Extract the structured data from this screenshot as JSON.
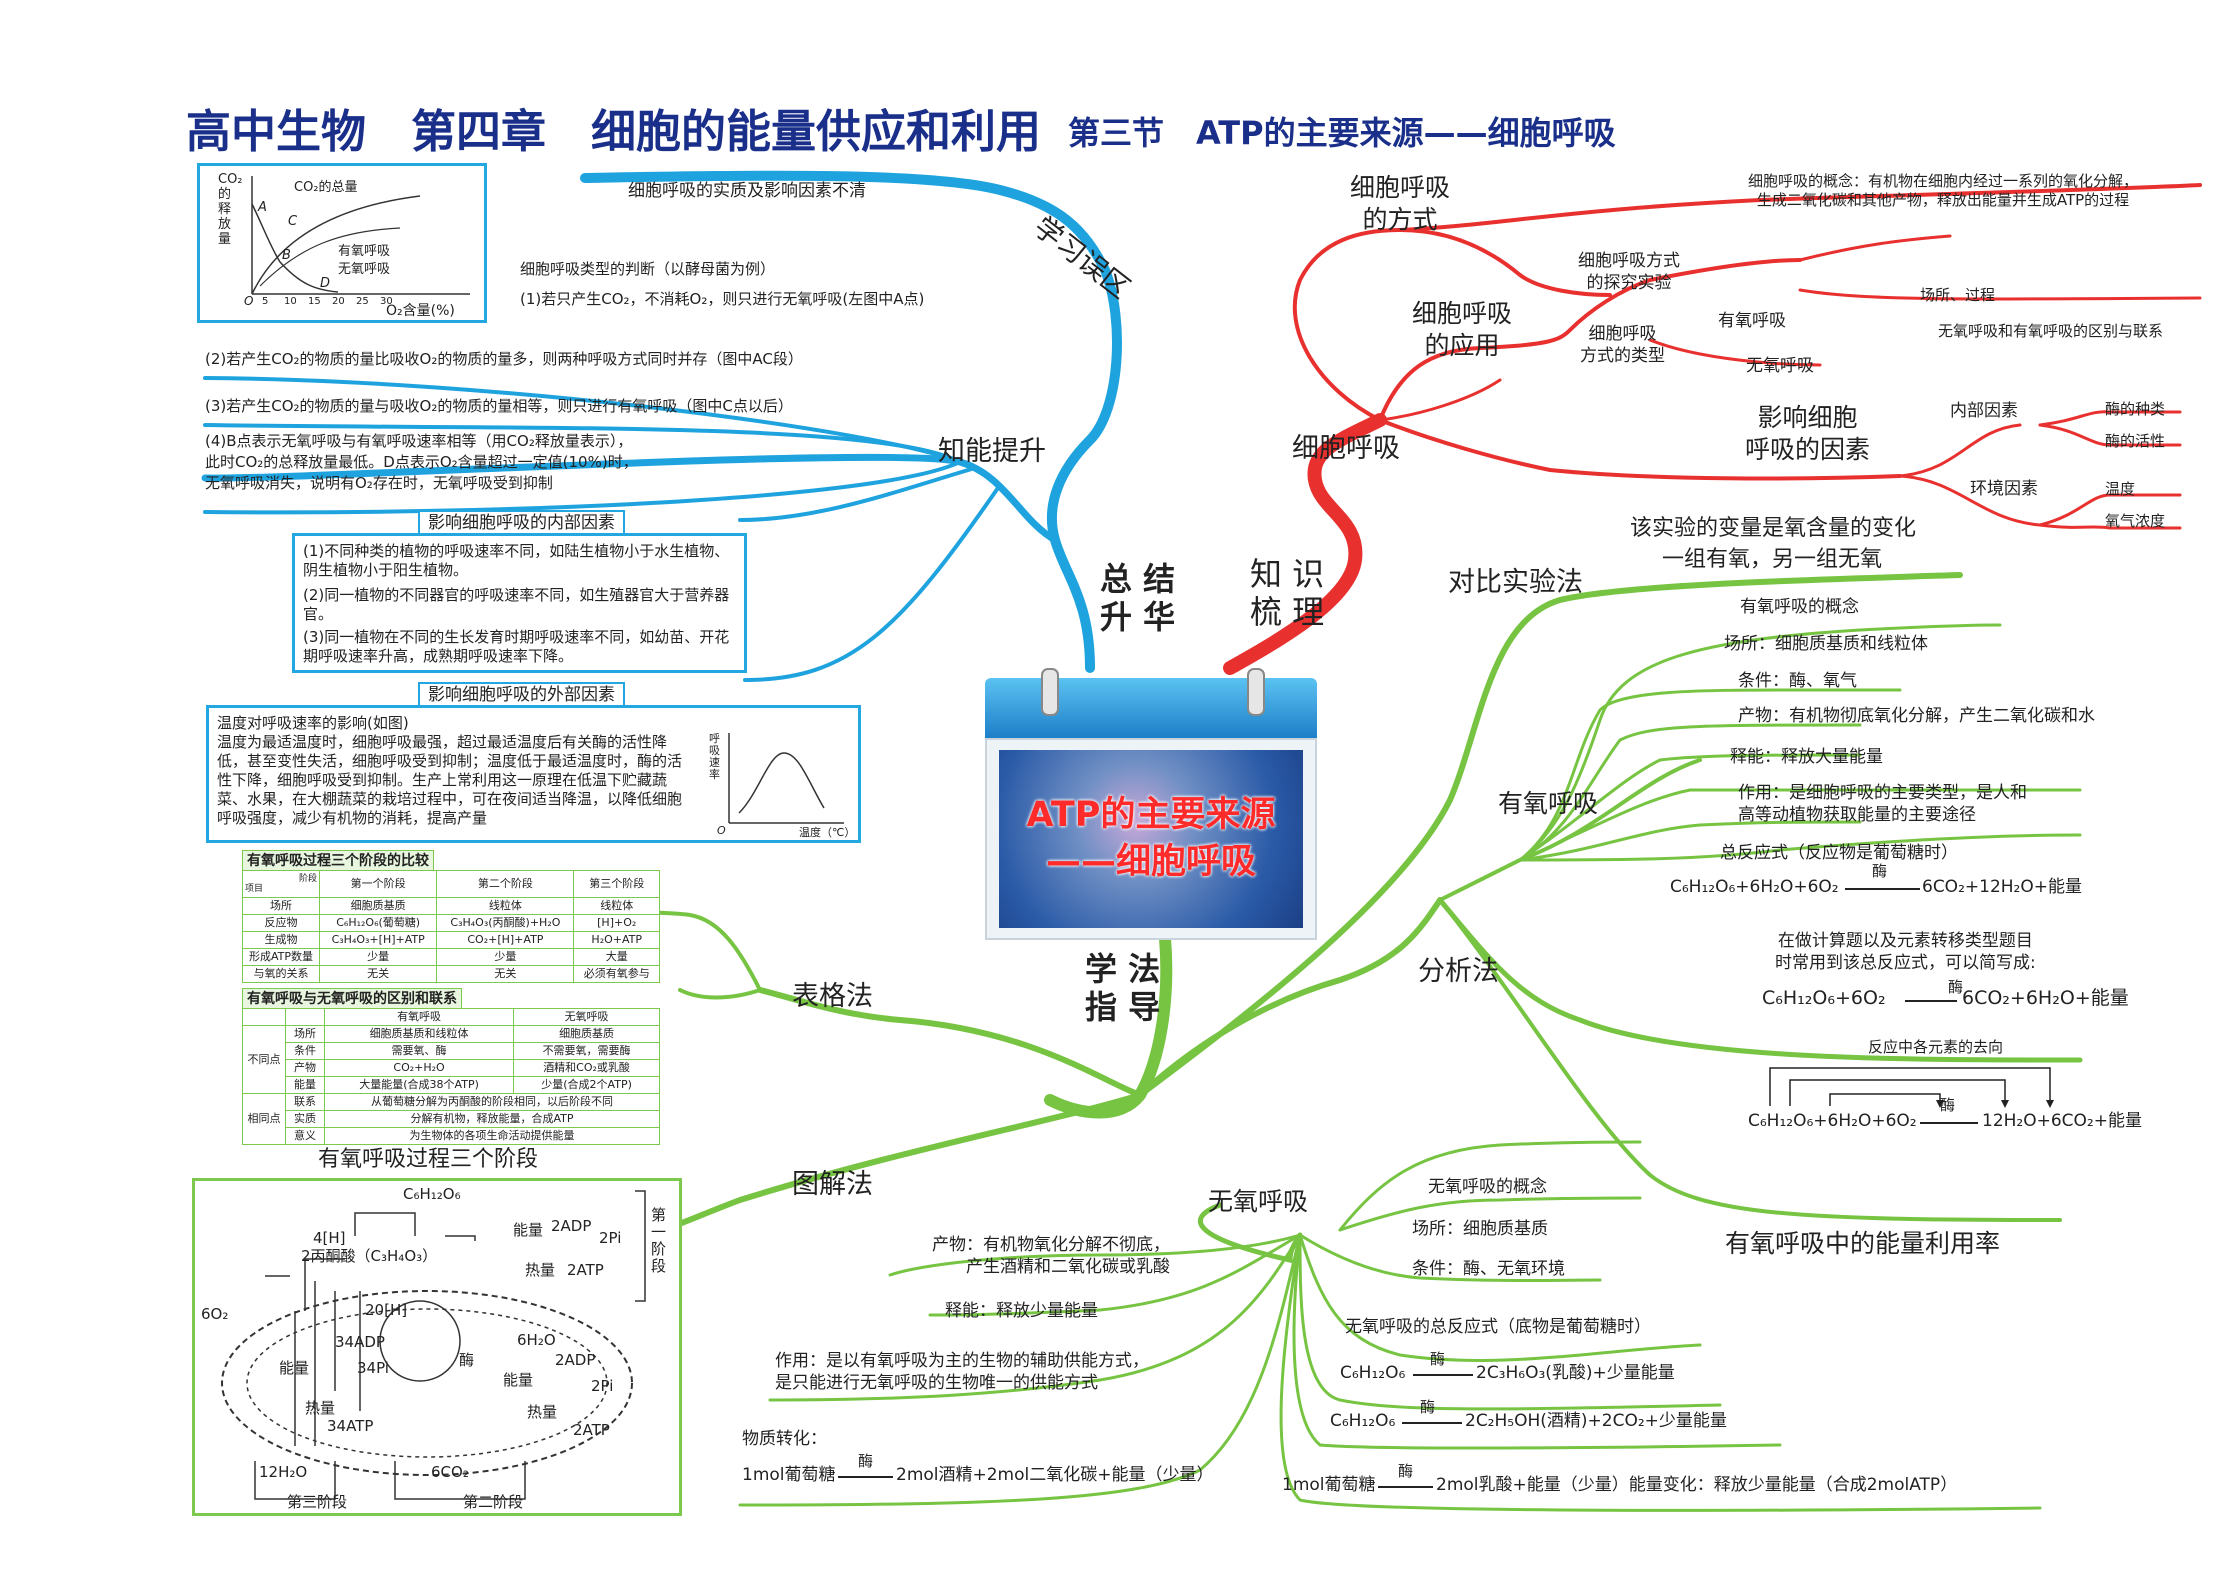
{
  "header": {
    "title": "高中生物　第四章　细胞的能量供应和利用",
    "subtitle": "第三节　ATP的主要来源——细胞呼吸"
  },
  "center": {
    "line1": "ATP的主要来源",
    "line2": "——细胞呼吸"
  },
  "branches": {
    "knowledge": "知 识\n梳 理",
    "summary": "总 结\n升 华",
    "method": "学 法\n指 导"
  },
  "summary_branch": {
    "mistakes_label": "学习误区",
    "mistakes_item": "细胞呼吸的实质及影响因素不清",
    "improve_label": "知能提升",
    "graph": {
      "ylabel": "CO₂的释放量",
      "total": "CO₂的总量",
      "aerobic": "有氧呼吸",
      "anaerobic": "无氧呼吸",
      "xlabel": "O₂含量(%)",
      "origin": "O",
      "ticks": [
        "5",
        "10",
        "15",
        "20",
        "25",
        "30"
      ],
      "points": [
        "A",
        "B",
        "C",
        "D"
      ]
    },
    "judge_title": "细胞呼吸类型的判断（以酵母菌为例）",
    "judge_1": "(1)若只产生CO₂，不消耗O₂，则只进行无氧呼吸(左图中A点)",
    "judge_2": "(2)若产生CO₂的物质的量比吸收O₂的物质的量多，则两种呼吸方式同时并存（图中AC段）",
    "judge_3": "(3)若产生CO₂的物质的量与吸收O₂的物质的量相等，则只进行有氧呼吸（图中C点以后）",
    "judge_4a": "(4)B点表示无氧呼吸与有氧呼吸速率相等（用CO₂释放量表示），",
    "judge_4b": "此时CO₂的总释放量最低。D点表示O₂含量超过一定值(10%)时，",
    "judge_4c": "无氧呼吸消失，说明有O₂存在时，无氧呼吸受到抑制",
    "internal_header": "影响细胞呼吸的内部因素",
    "internal_1": "(1)不同种类的植物的呼吸速率不同，如陆生植物小于水生植物、阴生植物小于阳生植物。",
    "internal_2": "(2)同一植物的不同器官的呼吸速率不同，如生殖器官大于营养器官。",
    "internal_3": "(3)同一植物在不同的生长发育时期呼吸速率不同，如幼苗、开花期呼吸速率升高，成熟期呼吸速率下降。",
    "external_header": "影响细胞呼吸的外部因素",
    "external_text": "温度对呼吸速率的影响(如图)\n温度为最适温度时，细胞呼吸最强，超过最适温度后有关酶的活性降低，甚至变性失活，细胞呼吸受到抑制；温度低于最适温度时，酶的活性下降，细胞呼吸受到抑制。生产上常利用这一原理在低温下贮藏蔬菜、水果，在大棚蔬菜的栽培过程中，可在夜间适当降温，以降低细胞呼吸强度，减少有机物的消耗，提高产量",
    "temp_ylabel": "呼吸速率",
    "temp_xlabel": "温度（℃）",
    "temp_origin": "O"
  },
  "knowledge_branch": {
    "root": "细胞呼吸",
    "mode": "细胞呼吸\n的方式",
    "concept": "细胞呼吸的概念：有机物在细胞内经过一系列的氧化分解，\n生成二氧化碳和其他产物，释放出能量并生成ATP的过程",
    "explore": "细胞呼吸方式\n的探究实验",
    "types": "细胞呼吸\n方式的类型",
    "aerobic": "有氧呼吸",
    "anaerobic": "无氧呼吸",
    "site_process": "场所、过程",
    "diff": "无氧呼吸和有氧呼吸的区别与联系",
    "application": "细胞呼吸\n的应用",
    "factors": "影响细胞\n呼吸的因素",
    "internal": "内部因素",
    "external": "环境因素",
    "enzyme_type": "酶的种类",
    "enzyme_act": "酶的活性",
    "temperature": "温度",
    "oxygen": "氧气浓度"
  },
  "method_branch": {
    "table_method": "表格法",
    "diagram_method": "图解法",
    "analysis_method": "分析法",
    "contrast_method": "对比实验法",
    "contrast_var": "该实验的变量是氧含量的变化",
    "contrast_groups": "一组有氧，另一组无氧",
    "aerobic": "有氧呼吸",
    "aerobic_items": [
      "有氧呼吸的概念",
      "场所：细胞质基质和线粒体",
      "条件：酶、氧气",
      "产物：有机物彻底氧化分解，产生二氧化碳和水",
      "释能：释放大量能量",
      "作用：是细胞呼吸的主要类型，是人和\n高等动植物获取能量的主要途径"
    ],
    "total_eq_title": "总反应式（反应物是葡萄糖时）",
    "total_eq_left": "C₆H₁₂O₆+6H₂O+6O₂",
    "enzyme": "酶",
    "total_eq_right": "6CO₂+12H₂O+能量",
    "calc_note": "在做计算题以及元素转移类型题目\n时常用到该总反应式，可以简写成:",
    "short_eq_left": "C₆H₁₂O₆+6O₂",
    "short_eq_right": "6CO₂+6H₂O+能量",
    "element_title": "反应中各元素的去向",
    "element_left": "C₆H₁₂O₆+6H₂O+6O₂",
    "element_right": "12H₂O+6CO₂+能量",
    "energy_rate": "有氧呼吸中的能量利用率",
    "anaerobic": "无氧呼吸",
    "an_concept": "无氧呼吸的概念",
    "an_site": "场所：细胞质基质",
    "an_cond": "条件：酶、无氧环境",
    "an_product": "产物：有机物氧化分解不彻底，\n产生酒精和二氧化碳或乳酸",
    "an_energy": "释能：释放少量能量",
    "an_role": "作用：是以有氧呼吸为主的生物的辅助供能方式，\n是只能进行无氧呼吸的生物唯一的供能方式",
    "an_total": "无氧呼吸的总反应式（底物是葡萄糖时）",
    "an_eq1_left": "C₆H₁₂O₆",
    "an_eq1_right": "2C₃H₆O₃(乳酸)+少量能量",
    "an_eq2_left": "C₆H₁₂O₆",
    "an_eq2_right": "2C₂H₅OH(酒精)+2CO₂+少量能量",
    "mat_title": "物质转化：",
    "mat_left": "1mol葡萄糖",
    "mat_right": "2mol酒精+2mol二氧化碳+能量（少量）",
    "lac_left": "1mol葡萄糖",
    "lac_right": "2mol乳酸+能量（少量）能量变化：释放少量能量（合成2molATP）"
  },
  "table1": {
    "title": "有氧呼吸过程三个阶段的比较",
    "corner_top": "阶段",
    "corner_bottom": "项目",
    "headers": [
      "第一个阶段",
      "第二个阶段",
      "第三个阶段"
    ],
    "rows": [
      [
        "场所",
        "细胞质基质",
        "线粒体",
        "线粒体"
      ],
      [
        "反应物",
        "C₆H₁₂O₆(葡萄糖)",
        "C₃H₄O₃(丙酮酸)+H₂O",
        "[H]+O₂"
      ],
      [
        "生成物",
        "C₃H₄O₃+[H]+ATP",
        "CO₂+[H]+ATP",
        "H₂O+ATP"
      ],
      [
        "形成ATP数量",
        "少量",
        "少量",
        "大量"
      ],
      [
        "与氧的关系",
        "无关",
        "无关",
        "必须有氧参与"
      ]
    ]
  },
  "table2": {
    "title": "有氧呼吸与无氧呼吸的区别和联系",
    "h1": "有氧呼吸",
    "h2": "无氧呼吸",
    "diff": "不同点",
    "same": "相同点",
    "diff_rows": [
      [
        "场所",
        "细胞质基质和线粒体",
        "细胞质基质"
      ],
      [
        "条件",
        "需要氧、酶",
        "不需要氧，需要酶"
      ],
      [
        "产物",
        "CO₂+H₂O",
        "酒精和CO₂或乳酸"
      ],
      [
        "能量",
        "大量能量(合成38个ATP)",
        "少量(合成2个ATP)"
      ]
    ],
    "same_rows": [
      [
        "联系",
        "从葡萄糖分解为丙酮酸的阶段相同，以后阶段不同"
      ],
      [
        "实质",
        "分解有机物，释放能量，合成ATP"
      ],
      [
        "意义",
        "为生物体的各项生命活动提供能量"
      ]
    ]
  },
  "process": {
    "title": "有氧呼吸过程三个阶段",
    "glucose": "C₆H₁₂O₆",
    "h4": "4[H]",
    "pyruvate": "2丙酮酸（C₃H₄O₃）",
    "energy": "能量",
    "adp2": "2ADP",
    "pi2": "2Pi",
    "heat": "热量",
    "atp2": "2ATP",
    "stage1": "第\n一\n阶\n段",
    "o2": "6O₂",
    "h20": "20[H]",
    "adp34": "34ADP",
    "pi34": "34Pi",
    "atp34": "34ATP",
    "enzyme": "酶",
    "h2o6": "6H₂O",
    "h2o12": "12H₂O",
    "co2": "6CO₂",
    "stage3": "第三阶段",
    "stage2": "第二阶段"
  },
  "colors": {
    "blue": "#1fa3df",
    "red": "#e8312f",
    "green": "#76c442",
    "title": "#1a2f8a"
  }
}
